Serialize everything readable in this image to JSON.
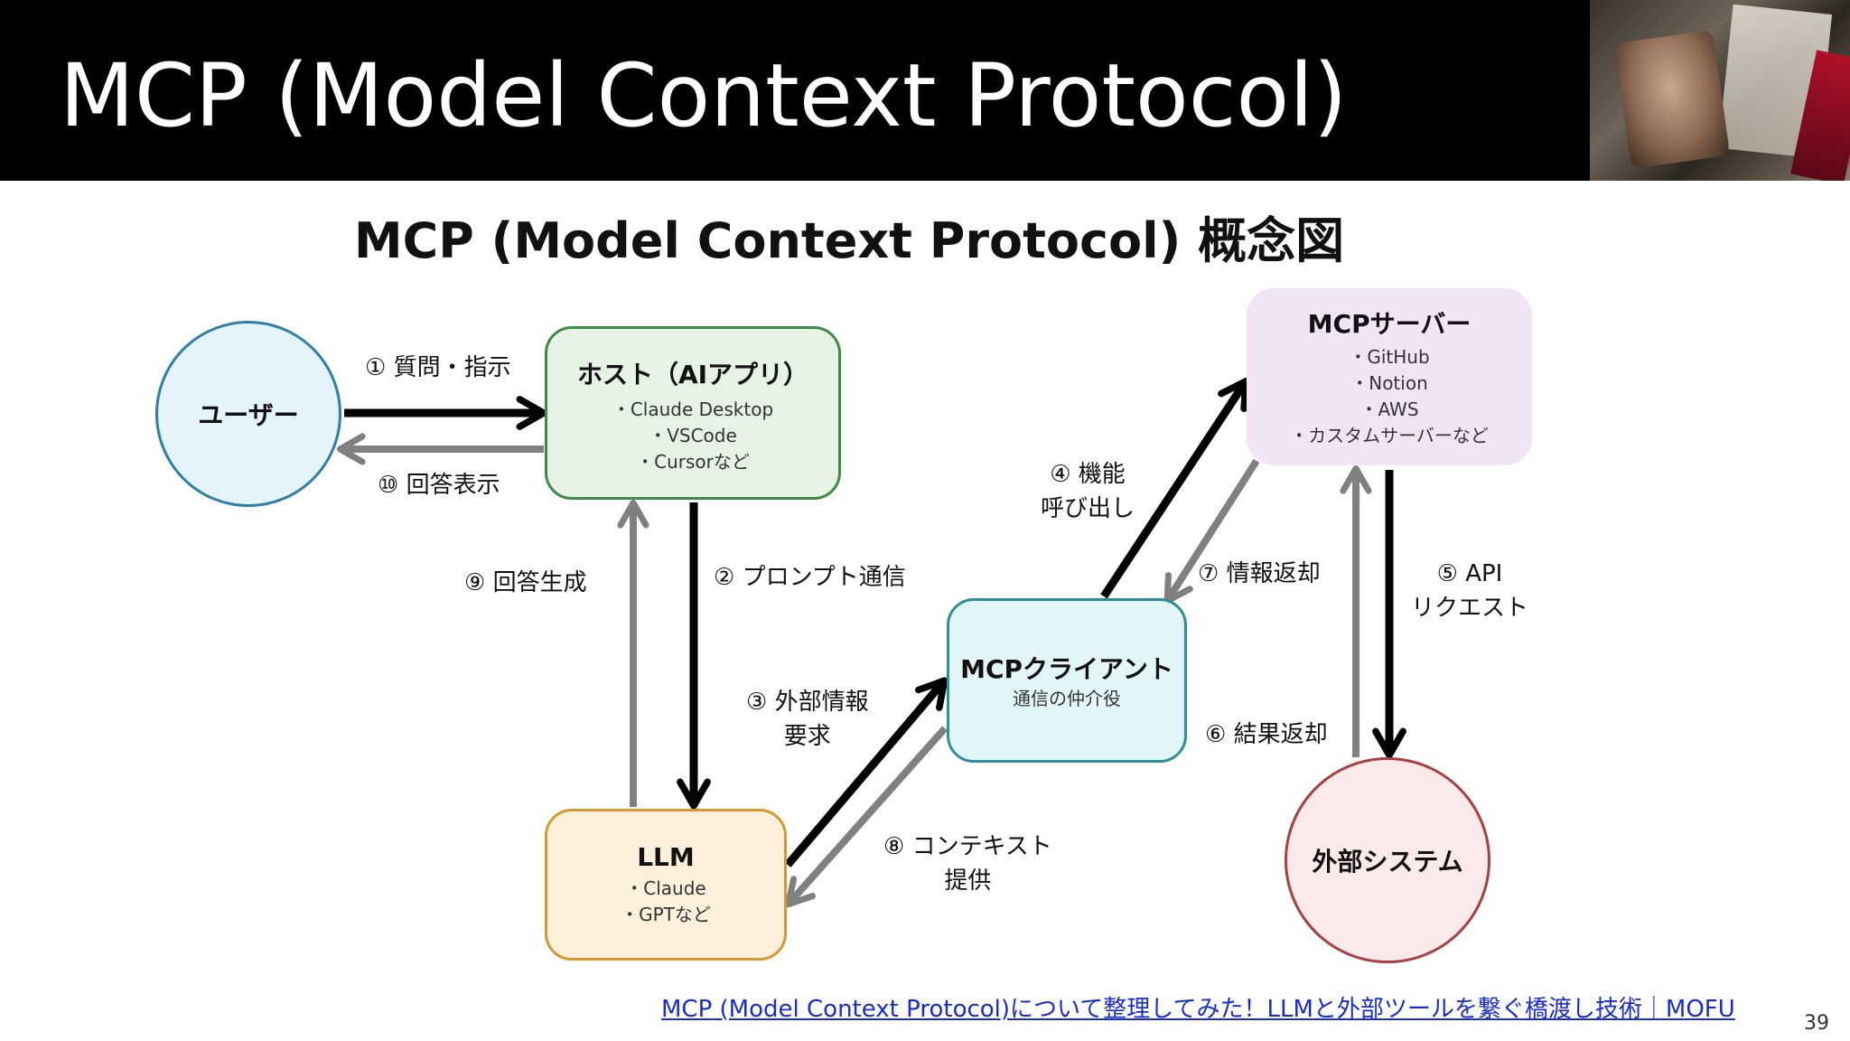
{
  "slide": {
    "title": "MCP (Model Context Protocol)",
    "page_number": "39"
  },
  "diagram": {
    "title": "MCP (Model Context Protocol) 概念図",
    "nodes": {
      "user": {
        "title": "ユーザー"
      },
      "host": {
        "title": "ホスト（AIアプリ）",
        "items": [
          "・Claude Desktop",
          "・VSCode",
          "・Cursorなど"
        ]
      },
      "server": {
        "title": "MCPサーバー",
        "items": [
          "・GitHub",
          "・Notion",
          "・AWS",
          "・カスタムサーバーなど"
        ]
      },
      "client": {
        "title": "MCPクライアント",
        "subtitle": "通信の仲介役"
      },
      "llm": {
        "title": "LLM",
        "items": [
          "・Claude",
          "・GPTなど"
        ]
      },
      "external": {
        "title": "外部システム"
      }
    },
    "edges": {
      "e1": "① 質問・指示",
      "e2": "② プロンプト通信",
      "e3": "③ 外部情報\n要求",
      "e4": "④ 機能\n呼び出し",
      "e5": "⑤ API\nリクエスト",
      "e6": "⑥ 結果返却",
      "e7": "⑦ 情報返却",
      "e8": "⑧ コンテキスト\n提供",
      "e9": "⑨ 回答生成",
      "e10": "⑩ 回答表示"
    },
    "colors": {
      "request_arrow": "#000000",
      "response_arrow": "#808080"
    }
  },
  "footer": {
    "link_text": "MCP (Model Context Protocol)について整理してみた！LLMと外部ツールを繋ぐ橋渡し技術｜MOFU"
  }
}
